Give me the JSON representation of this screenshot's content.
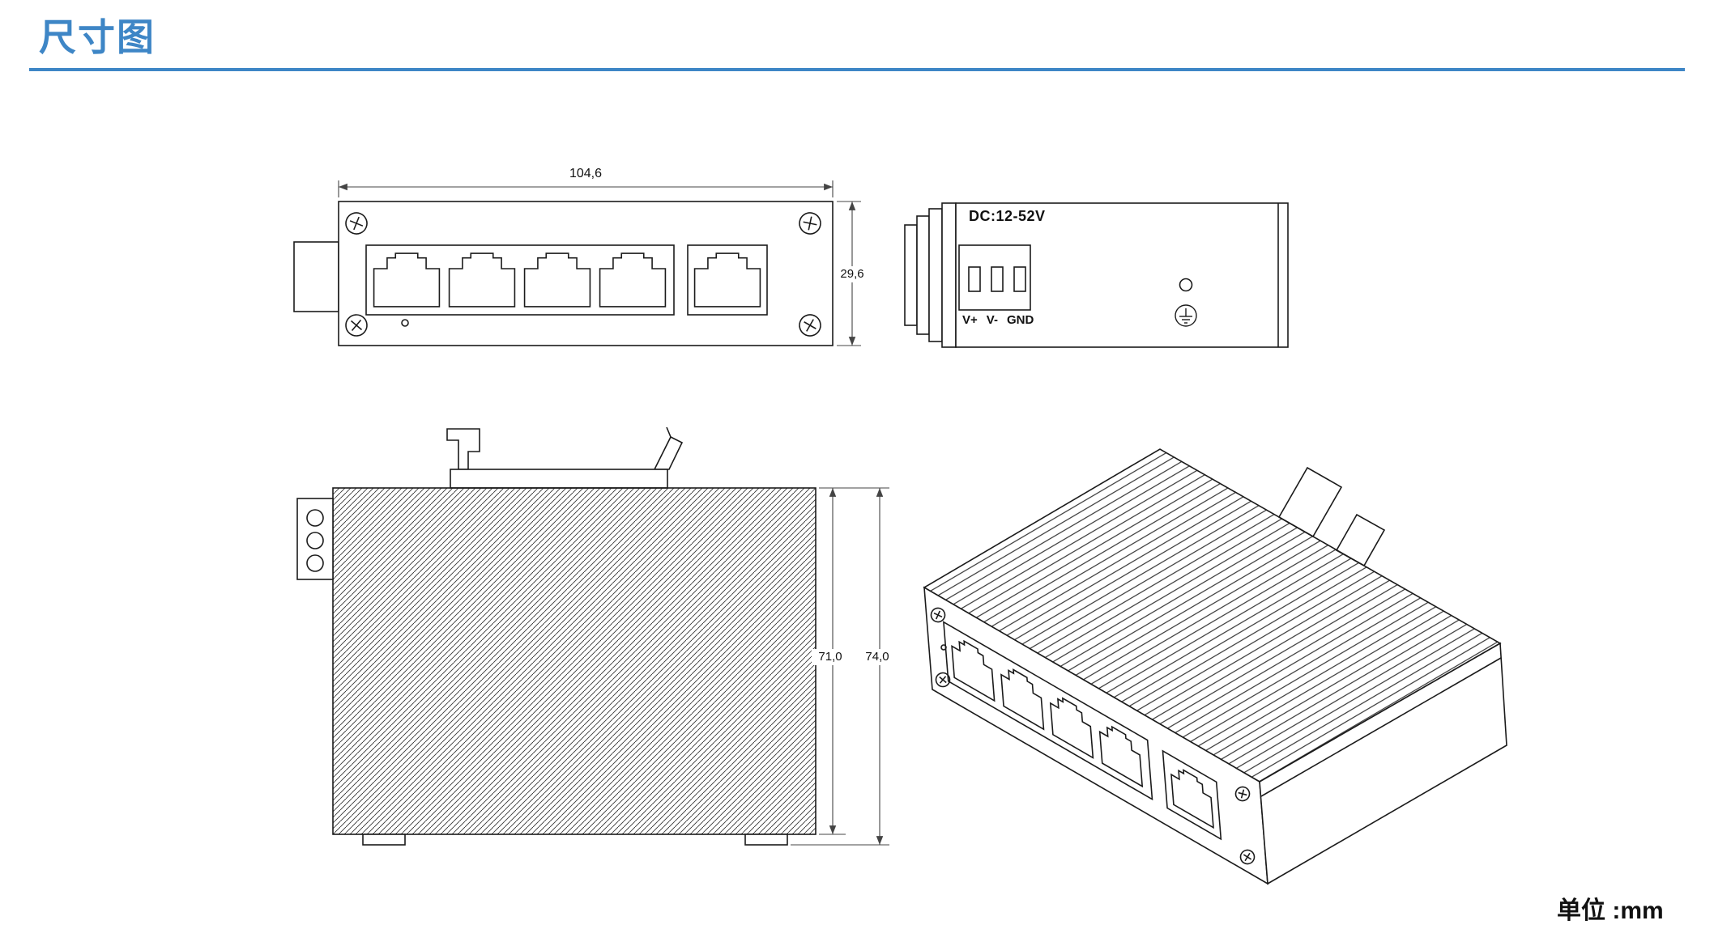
{
  "page": {
    "title": "尺寸图",
    "unit_label": "单位 :mm",
    "accent_color": "#3e86c6"
  },
  "views": {
    "front": {
      "dim_width_mm": "104,6",
      "dim_height_mm": "29,6"
    },
    "power_side": {
      "dc_rating": "DC:12-52V",
      "terminals": [
        "V+",
        "V-",
        "GND"
      ]
    },
    "profile": {
      "dim_inner_mm": "71,0",
      "dim_overall_mm": "74,0"
    }
  }
}
